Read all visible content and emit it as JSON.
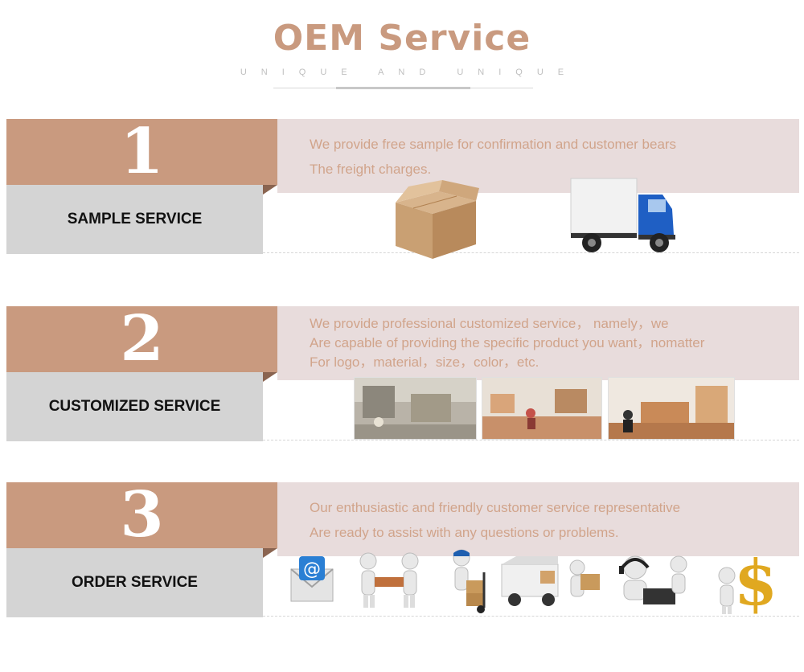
{
  "header": {
    "title": "OEM Service",
    "subtitle": "UNIQUE AND UNIQUE"
  },
  "sections": [
    {
      "number": "1",
      "label": "SAMPLE SERVICE",
      "lines": [
        "We provide free sample for confirmation and customer bears",
        "The freight charges."
      ],
      "icons": [
        "cardboard-box-icon",
        "delivery-truck-icon"
      ]
    },
    {
      "number": "2",
      "label": "CUSTOMIZED SERVICE",
      "lines": [
        "We provide professional customized service， namely，we",
        "Are capable of providing the specific product you want，nomatter",
        "For logo，material，size，color，etc."
      ],
      "icons": [
        "factory-workshop-photo",
        "factory-floor-photo",
        "furniture-workshop-photo"
      ]
    },
    {
      "number": "3",
      "label": "ORDER SERVICE",
      "lines": [
        "Our enthusiastic and friendly customer service representative",
        "Are ready to assist with any questions or problems."
      ],
      "icons": [
        "email-envelope-icon",
        "handshake-icon",
        "hand-truck-delivery-icon",
        "van-loading-icon",
        "customer-support-headset-icon",
        "dollar-sign-icon"
      ]
    }
  ],
  "colors": {
    "accent": "#c99a7f",
    "label_bg": "#d4d4d4",
    "desc_bg": "#e8dcdc",
    "desc_text": "#d1a48b"
  }
}
